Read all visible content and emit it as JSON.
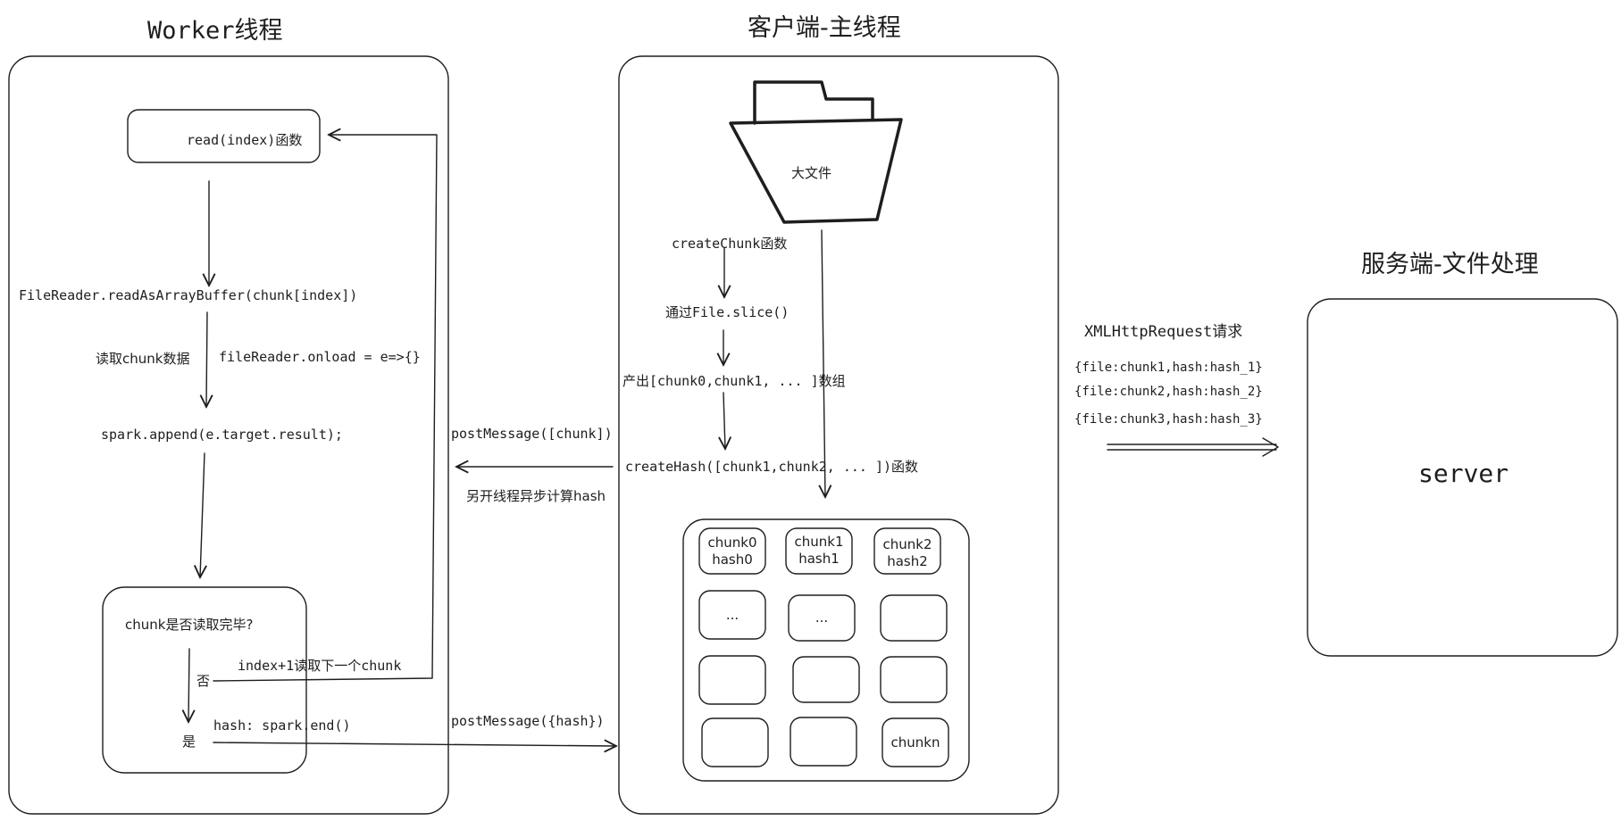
{
  "titles": {
    "worker": "Worker线程",
    "client": "客户端-主线程",
    "server": "服务端-文件处理"
  },
  "worker": {
    "read_fn": "read(index)函数",
    "file_reader": "FileReader.readAsArrayBuffer(chunk[index])",
    "read_data": "读取chunk数据",
    "onload": "fileReader.onload = e=>{}",
    "spark_append": "spark.append(e.target.result);",
    "decision": "chunk是否读取完毕?",
    "no": "否",
    "next_chunk": "index+1读取下一个chunk",
    "yes": "是",
    "hash_end": "hash: spark.end()"
  },
  "messages": {
    "post_chunk": "postMessage([chunk])",
    "async_note": "另开线程异步计算hash",
    "post_hash": "postMessage({hash})"
  },
  "client": {
    "big_file": "大文件",
    "create_chunk": "createChunk函数",
    "file_slice": "通过File.slice()",
    "chunk_array": "产出[chunk0,chunk1, ... ]数组",
    "create_hash": "createHash([chunk1,chunk2, ... ])函数",
    "grid": [
      [
        "chunk0",
        "hash0"
      ],
      [
        "chunk1",
        "hash1"
      ],
      [
        "chunk2",
        "hash2"
      ],
      [
        "..."
      ],
      [
        "..."
      ],
      [],
      [],
      [],
      [],
      [],
      [],
      [
        "chunkn"
      ]
    ]
  },
  "request": {
    "label": "XMLHttpRequest请求",
    "payloads": [
      "{file:chunk1,hash:hash_1}",
      "{file:chunk2,hash:hash_2}",
      "{file:chunk3,hash:hash_3}"
    ]
  },
  "server": {
    "label": "server"
  }
}
